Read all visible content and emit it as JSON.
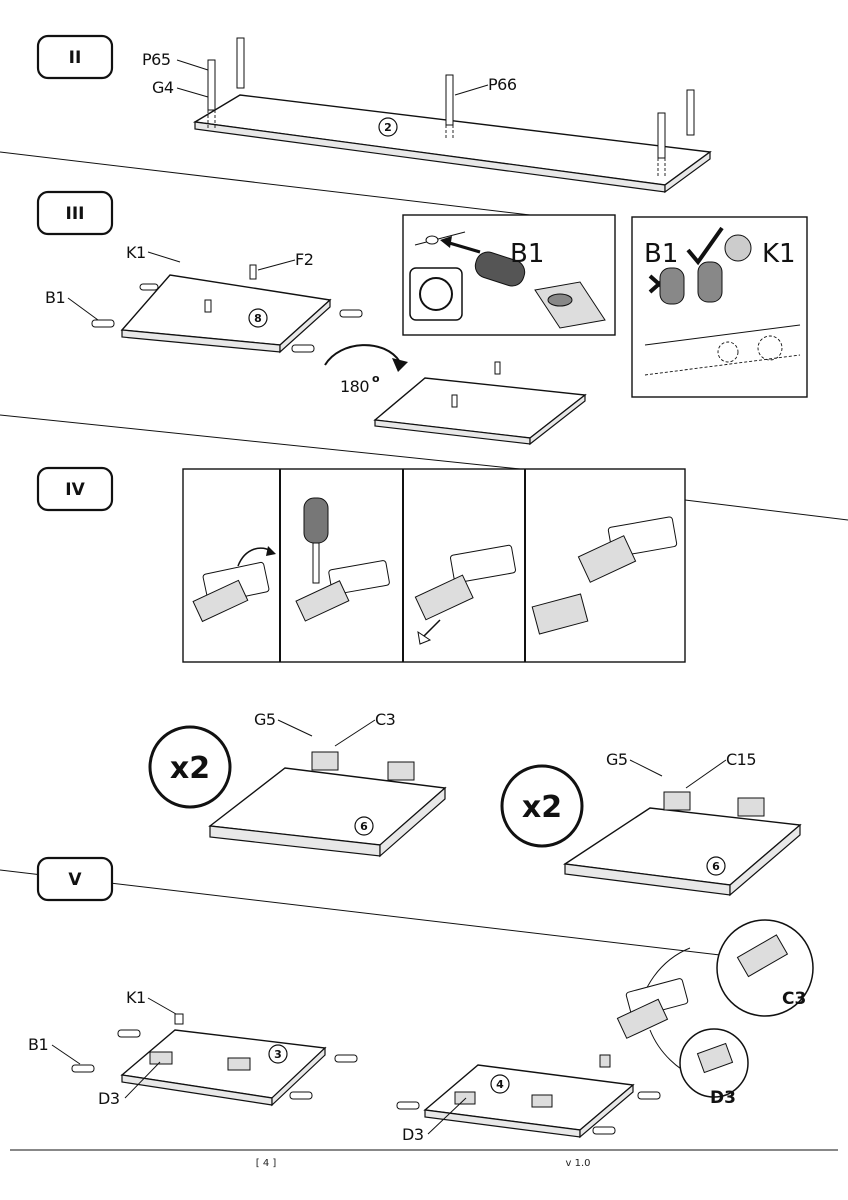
{
  "steps": {
    "s2": "II",
    "s3": "III",
    "s4": "IV",
    "s5": "V"
  },
  "step2": {
    "labels": {
      "p65": "P65",
      "g4": "G4",
      "p66": "P66"
    },
    "panel_number": "2"
  },
  "step3": {
    "labels": {
      "k1": "K1",
      "f2": "F2",
      "b1": "B1"
    },
    "panel_number": "8",
    "rotation": "180",
    "rotation_unit": "o",
    "detail_b1": "B1",
    "detail_right": {
      "b1": "B1",
      "k1": "K1"
    }
  },
  "step5": {
    "door_left": {
      "multiplier": "x2",
      "g5": "G5",
      "c3": "C3",
      "panel_number": "6"
    },
    "door_right": {
      "multiplier": "x2",
      "g5": "G5",
      "c15": "C15",
      "panel_number": "6"
    },
    "side_left": {
      "k1": "K1",
      "b1": "B1",
      "d3": "D3",
      "panel_number": "3"
    },
    "side_right": {
      "d3": "D3",
      "panel_number": "4"
    },
    "callouts": {
      "c3": "C3",
      "d3": "D3"
    }
  },
  "footer": {
    "page": "[ 4 ]",
    "version": "v 1.0"
  }
}
